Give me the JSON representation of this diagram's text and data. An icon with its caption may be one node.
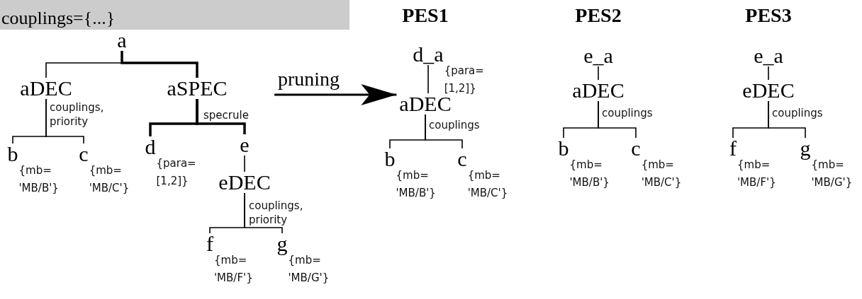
{
  "diagram": {
    "nodes": [
      {
        "text": [
          "couplings={...}"
        ]
      },
      {
        "text": [
          "a"
        ]
      },
      {
        "text": [
          "aDEC"
        ]
      },
      {
        "text": [
          "aSPEC"
        ]
      },
      {
        "text": [
          "b"
        ],
        "beside": [
          "{mb= 'MB/B'}"
        ]
      },
      {
        "text": [
          "c"
        ],
        "beside": [
          "{mb= 'MB/C'}"
        ]
      },
      {
        "text": [
          "d"
        ],
        "beside": [
          "{para= [1,2]}"
        ]
      },
      {
        "text": [
          "e"
        ]
      },
      {
        "text": [
          "eDEC"
        ]
      },
      {
        "text": [
          "f"
        ],
        "beside": [
          "{mb= 'MB/F'}"
        ]
      },
      {
        "text": [
          "g"
        ],
        "beside": [
          "{mb= 'MB/G'}"
        ]
      },
      {
        "text": [
          "d_a"
        ],
        "beside": [
          "{para= [1,2]}"
        ]
      },
      {
        "text": [
          "aDEC"
        ]
      },
      {
        "text": [
          "b"
        ],
        "beside": [
          "{mb= 'MB/B'}"
        ]
      },
      {
        "text": [
          "c"
        ],
        "beside": [
          "{mb= 'MB/C'}"
        ]
      },
      {
        "text": [
          "e_a"
        ]
      },
      {
        "text": [
          "aDEC"
        ]
      },
      {
        "text": [
          "b"
        ],
        "beside": [
          "{mb= 'MB/B'}"
        ]
      },
      {
        "text": [
          "c"
        ],
        "beside": [
          "{mb= 'MB/C'}"
        ]
      },
      {
        "text": [
          "e_a"
        ]
      },
      {
        "text": [
          "eDEC"
        ]
      },
      {
        "text": [
          "f"
        ],
        "beside": [
          "{mb= 'MB/F'}"
        ]
      },
      {
        "text": [
          "g"
        ],
        "beside": [
          "{mb= 'MB/G'}"
        ]
      }
    ],
    "edges": [
      {
        "from": 1,
        "to": 2,
        "arrow": "none"
      },
      {
        "from": 1,
        "to": 3,
        "arrow": "none",
        "style": "thick"
      },
      {
        "from": 2,
        "to": 4,
        "arrow": "none",
        "label": "couplings, priority"
      },
      {
        "from": 2,
        "to": 5,
        "arrow": "none"
      },
      {
        "from": 3,
        "to": 6,
        "arrow": "none",
        "style": "thick",
        "label": "specrule"
      },
      {
        "from": 3,
        "to": 7,
        "arrow": "none",
        "style": "thick"
      },
      {
        "from": 7,
        "to": 8,
        "arrow": "none"
      },
      {
        "from": 8,
        "to": 9,
        "arrow": "none",
        "label": "couplings, priority"
      },
      {
        "from": 8,
        "to": 10,
        "arrow": "none"
      },
      {
        "from": null,
        "to": 12,
        "arrow": "to",
        "label": "pruning"
      },
      {
        "from": 11,
        "to": 12,
        "arrow": "none"
      },
      {
        "from": 12,
        "to": 13,
        "arrow": "none",
        "label": "couplings"
      },
      {
        "from": 12,
        "to": 14,
        "arrow": "none"
      },
      {
        "from": 15,
        "to": 16,
        "arrow": "none"
      },
      {
        "from": 16,
        "to": 17,
        "arrow": "none",
        "label": "couplings"
      },
      {
        "from": 16,
        "to": 18,
        "arrow": "none"
      },
      {
        "from": 19,
        "to": 20,
        "arrow": "none"
      },
      {
        "from": 20,
        "to": 21,
        "arrow": "none",
        "label": "couplings"
      },
      {
        "from": 20,
        "to": 22,
        "arrow": "none"
      }
    ],
    "labels": [
      "PES1",
      "PES2",
      "PES3"
    ]
  }
}
